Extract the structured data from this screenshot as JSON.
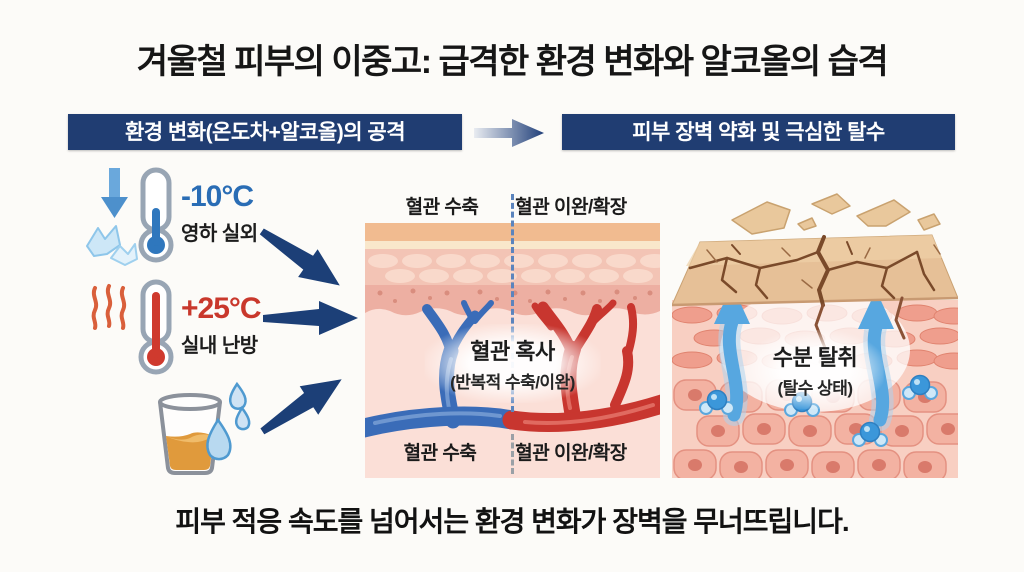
{
  "title": "겨울철 피부의 이중고: 급격한 환경 변화와 알코올의 습격",
  "flow": {
    "left_header": "환경 변화(온도차+알코올)의 공격",
    "right_header": "피부 장벽 약화 및 극심한 탈수"
  },
  "causes": {
    "cold": {
      "temp": "-10°C",
      "label": "영하 실외"
    },
    "heat": {
      "temp": "+25°C",
      "label": "실내 난방"
    }
  },
  "vessel_diagram": {
    "top_left": "혈관 수축",
    "top_right": "혈관 이완/확장",
    "center_title": "혈관 혹사",
    "center_sub": "(반복적 수축/이완)",
    "bottom_left": "혈관 수축",
    "bottom_right": "혈관 이완/확장"
  },
  "dehydration_diagram": {
    "center_title": "수분 탈취",
    "center_sub": "(탈수 상태)"
  },
  "footer": "피부 적응 속도를 넘어서는 환경 변화가 장벽을 무너뜨립니다.",
  "icons": {
    "cold": "cold-thermometer-icon",
    "heat": "hot-thermometer-icon",
    "alcohol": "alcohol-glass-icon",
    "flow": "right-arrow-icon",
    "moisture": "up-wavy-arrow-icon",
    "water": "water-molecule-icon"
  },
  "colors": {
    "header_navy": "#203d72",
    "cold_blue": "#2a6db5",
    "hot_red": "#c9382c",
    "vessel_blue": "#3a6cb8",
    "vessel_red": "#c8362f",
    "dermis_pink": "#fbdfd7",
    "cracked_skin_tan": "#e6c097",
    "water_blue": "#57a7e0"
  }
}
